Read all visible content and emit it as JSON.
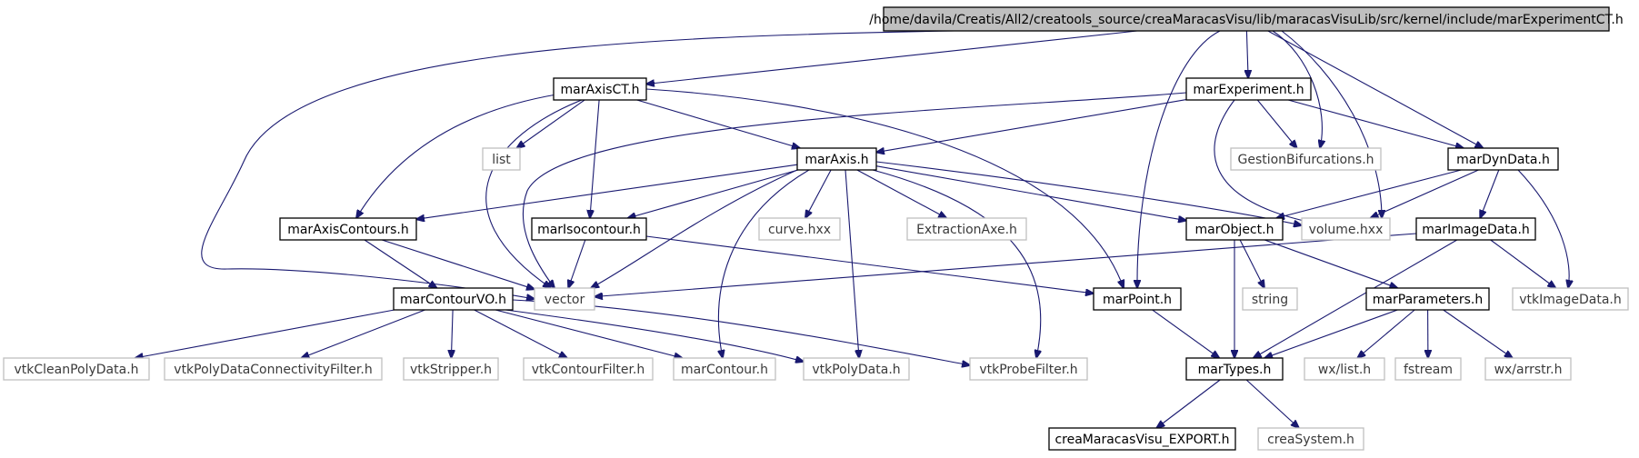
{
  "graph": {
    "nodes": [
      {
        "id": "root",
        "label": "/home/davila/Creatis/All2/creatools_source/creaMaracasVisu/lib/maracasVisuLib/src/kernel/include/marExperimentCT.h",
        "kind": "main"
      },
      {
        "id": "marAxisCT",
        "label": "marAxisCT.h",
        "kind": "doc"
      },
      {
        "id": "marExperiment",
        "label": "marExperiment.h",
        "kind": "doc"
      },
      {
        "id": "list",
        "label": "list",
        "kind": "ext"
      },
      {
        "id": "GestionBifurcations",
        "label": "GestionBifurcations.h",
        "kind": "ext"
      },
      {
        "id": "marAxis",
        "label": "marAxis.h",
        "kind": "doc"
      },
      {
        "id": "marDynData",
        "label": "marDynData.h",
        "kind": "doc"
      },
      {
        "id": "marAxisContours",
        "label": "marAxisContours.h",
        "kind": "doc"
      },
      {
        "id": "marIsocontour",
        "label": "marIsocontour.h",
        "kind": "doc"
      },
      {
        "id": "curve",
        "label": "curve.hxx",
        "kind": "ext"
      },
      {
        "id": "ExtractionAxe",
        "label": "ExtractionAxe.h",
        "kind": "ext"
      },
      {
        "id": "marObject",
        "label": "marObject.h",
        "kind": "doc"
      },
      {
        "id": "volume",
        "label": "volume.hxx",
        "kind": "ext"
      },
      {
        "id": "marImageData",
        "label": "marImageData.h",
        "kind": "doc"
      },
      {
        "id": "marContourVO",
        "label": "marContourVO.h",
        "kind": "doc"
      },
      {
        "id": "vector",
        "label": "vector",
        "kind": "ext"
      },
      {
        "id": "marPoint",
        "label": "marPoint.h",
        "kind": "doc"
      },
      {
        "id": "string",
        "label": "string",
        "kind": "ext"
      },
      {
        "id": "marParameters",
        "label": "marParameters.h",
        "kind": "doc"
      },
      {
        "id": "vtkImageData",
        "label": "vtkImageData.h",
        "kind": "ext"
      },
      {
        "id": "vtkCleanPolyData",
        "label": "vtkCleanPolyData.h",
        "kind": "ext"
      },
      {
        "id": "vtkPolyDataConnectivityFilter",
        "label": "vtkPolyDataConnectivityFilter.h",
        "kind": "ext"
      },
      {
        "id": "vtkStripper",
        "label": "vtkStripper.h",
        "kind": "ext"
      },
      {
        "id": "vtkContourFilter",
        "label": "vtkContourFilter.h",
        "kind": "ext"
      },
      {
        "id": "marContour",
        "label": "marContour.h",
        "kind": "ext"
      },
      {
        "id": "vtkPolyData",
        "label": "vtkPolyData.h",
        "kind": "ext"
      },
      {
        "id": "vtkProbeFilter",
        "label": "vtkProbeFilter.h",
        "kind": "ext"
      },
      {
        "id": "marTypes",
        "label": "marTypes.h",
        "kind": "doc"
      },
      {
        "id": "wxlist",
        "label": "wx/list.h",
        "kind": "ext"
      },
      {
        "id": "fstream",
        "label": "fstream",
        "kind": "ext"
      },
      {
        "id": "wxarrstr",
        "label": "wx/arrstr.h",
        "kind": "ext"
      },
      {
        "id": "creaMaracasVisu_EXPORT",
        "label": "creaMaracasVisu_EXPORT.h",
        "kind": "doc"
      },
      {
        "id": "creaSystem",
        "label": "creaSystem.h",
        "kind": "ext"
      }
    ],
    "edges": [
      [
        "root",
        "marAxisCT"
      ],
      [
        "root",
        "marExperiment"
      ],
      [
        "root",
        "GestionBifurcations"
      ],
      [
        "root",
        "marDynData"
      ],
      [
        "root",
        "volume"
      ],
      [
        "root",
        "marPoint"
      ],
      [
        "root",
        "vector"
      ],
      [
        "marAxisCT",
        "list"
      ],
      [
        "marAxisCT",
        "marAxis"
      ],
      [
        "marAxisCT",
        "marAxisContours"
      ],
      [
        "marAxisCT",
        "marIsocontour"
      ],
      [
        "marAxisCT",
        "vector"
      ],
      [
        "marAxisCT",
        "marPoint"
      ],
      [
        "marExperiment",
        "marAxis"
      ],
      [
        "marExperiment",
        "GestionBifurcations"
      ],
      [
        "marExperiment",
        "marDynData"
      ],
      [
        "marExperiment",
        "volume"
      ],
      [
        "marExperiment",
        "vector"
      ],
      [
        "marAxis",
        "marAxisContours"
      ],
      [
        "marAxis",
        "marIsocontour"
      ],
      [
        "marAxis",
        "curve"
      ],
      [
        "marAxis",
        "ExtractionAxe"
      ],
      [
        "marAxis",
        "marObject"
      ],
      [
        "marAxis",
        "volume"
      ],
      [
        "marAxis",
        "vector"
      ],
      [
        "marAxis",
        "marContour"
      ],
      [
        "marAxis",
        "vtkPolyData"
      ],
      [
        "marAxis",
        "vtkProbeFilter"
      ],
      [
        "marDynData",
        "marObject"
      ],
      [
        "marDynData",
        "volume"
      ],
      [
        "marDynData",
        "marImageData"
      ],
      [
        "marDynData",
        "vtkImageData"
      ],
      [
        "marAxisContours",
        "marContourVO"
      ],
      [
        "marAxisContours",
        "vector"
      ],
      [
        "marIsocontour",
        "vector"
      ],
      [
        "marIsocontour",
        "marPoint"
      ],
      [
        "marObject",
        "string"
      ],
      [
        "marObject",
        "marParameters"
      ],
      [
        "marObject",
        "marTypes"
      ],
      [
        "marImageData",
        "vector"
      ],
      [
        "marImageData",
        "vtkImageData"
      ],
      [
        "marImageData",
        "marTypes"
      ],
      [
        "marContourVO",
        "vtkCleanPolyData"
      ],
      [
        "marContourVO",
        "vtkPolyDataConnectivityFilter"
      ],
      [
        "marContourVO",
        "vtkStripper"
      ],
      [
        "marContourVO",
        "vtkContourFilter"
      ],
      [
        "marContourVO",
        "marContour"
      ],
      [
        "marContourVO",
        "vtkPolyData"
      ],
      [
        "marContourVO",
        "vtkProbeFilter"
      ],
      [
        "marPoint",
        "marTypes"
      ],
      [
        "marParameters",
        "marTypes"
      ],
      [
        "marParameters",
        "wxlist"
      ],
      [
        "marParameters",
        "fstream"
      ],
      [
        "marParameters",
        "wxarrstr"
      ],
      [
        "marTypes",
        "creaMaracasVisu_EXPORT"
      ],
      [
        "marTypes",
        "creaSystem"
      ]
    ]
  }
}
